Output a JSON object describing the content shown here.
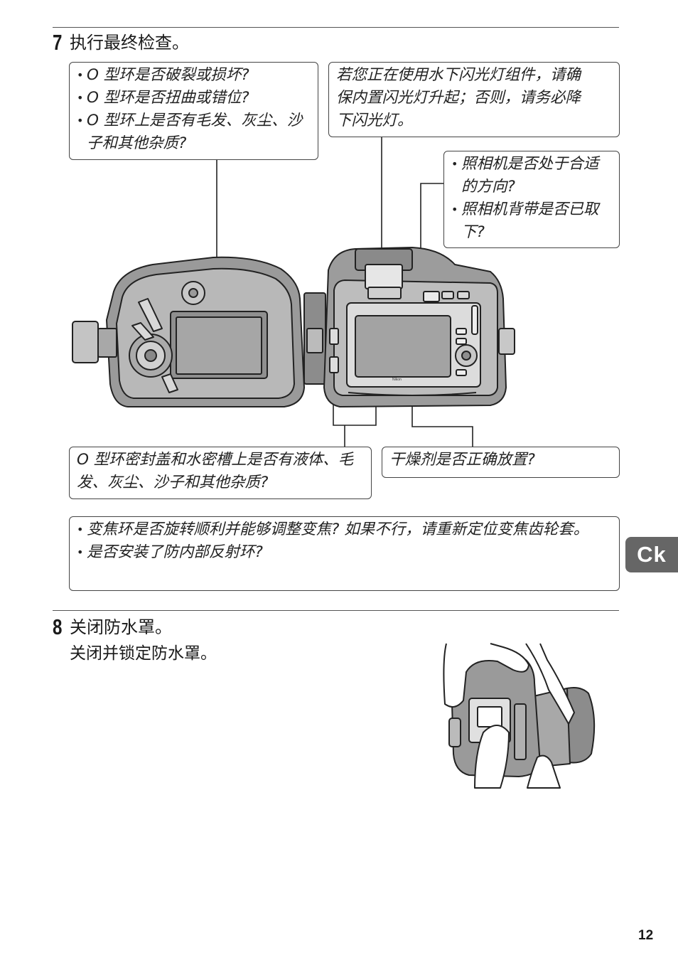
{
  "step7": {
    "number": "7",
    "title": "执行最终检查。"
  },
  "callouts": {
    "oring": [
      "O 型环是否破裂或损坏?",
      "O 型环是否扭曲或错位?",
      "O 型环上是否有毛发、灰尘、沙子和其他杂质?"
    ],
    "flash": "若您正在使用水下闪光灯组件，请确保内置闪光灯升起；否则，请务必降下闪光灯。",
    "camera": [
      "照相机是否处于合适的方向?",
      "照相机背带是否已取下?"
    ],
    "seal": "O 型环密封盖和水密槽上是否有液体、毛发、灰尘、沙子和其他杂质?",
    "desiccant": "干燥剂是否正确放置?",
    "zoom": [
      "变焦环是否旋转顺利并能够调整变焦? 如果不行，请重新定位变焦齿轮套。",
      "是否安装了防内部反射环?"
    ]
  },
  "step8": {
    "number": "8",
    "title": "关闭防水罩。",
    "body": "关闭并锁定防水罩。"
  },
  "side_tab": "Ck",
  "page_number": "12",
  "illustration_brand": "Nikon"
}
